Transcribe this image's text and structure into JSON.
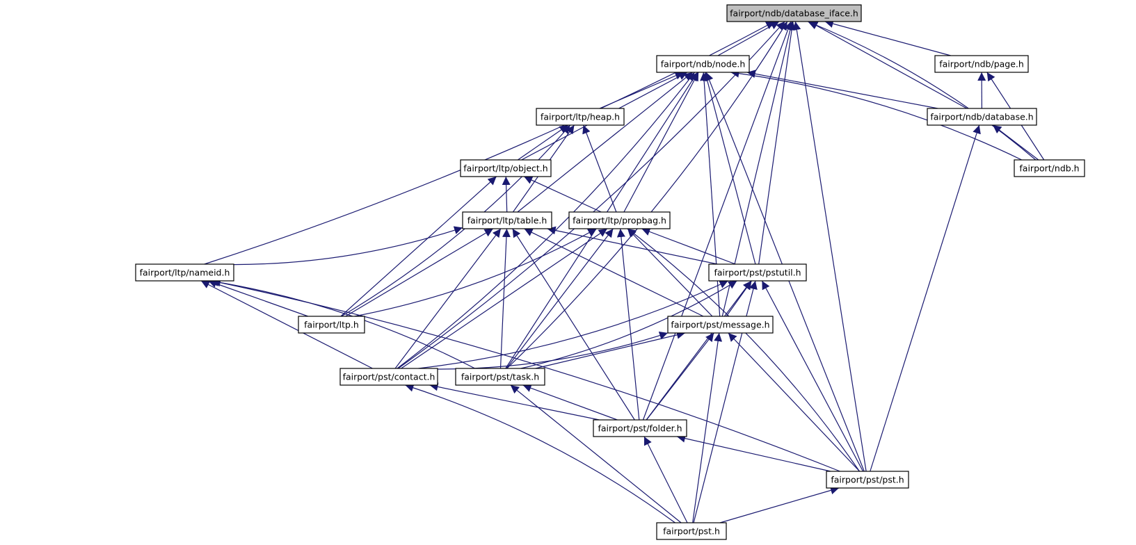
{
  "diagram": {
    "type": "include-dependency-graph",
    "colors": {
      "edge": "#191970",
      "node_fill": "#ffffff",
      "root_fill": "#bfbfbf",
      "node_border": "#000000"
    },
    "nodes": [
      {
        "id": "iface",
        "label": "fairport/ndb/database_iface.h",
        "root": true
      },
      {
        "id": "node",
        "label": "fairport/ndb/node.h"
      },
      {
        "id": "page",
        "label": "fairport/ndb/page.h"
      },
      {
        "id": "heap",
        "label": "fairport/ltp/heap.h"
      },
      {
        "id": "database",
        "label": "fairport/ndb/database.h"
      },
      {
        "id": "object",
        "label": "fairport/ltp/object.h"
      },
      {
        "id": "ndb",
        "label": "fairport/ndb.h"
      },
      {
        "id": "table",
        "label": "fairport/ltp/table.h"
      },
      {
        "id": "propbag",
        "label": "fairport/ltp/propbag.h"
      },
      {
        "id": "nameid",
        "label": "fairport/ltp/nameid.h"
      },
      {
        "id": "pstutil",
        "label": "fairport/pst/pstutil.h"
      },
      {
        "id": "ltp",
        "label": "fairport/ltp.h"
      },
      {
        "id": "message",
        "label": "fairport/pst/message.h"
      },
      {
        "id": "contact",
        "label": "fairport/pst/contact.h"
      },
      {
        "id": "task",
        "label": "fairport/pst/task.h"
      },
      {
        "id": "folder",
        "label": "fairport/pst/folder.h"
      },
      {
        "id": "psth",
        "label": "fairport/pst/pst.h"
      },
      {
        "id": "pst",
        "label": "fairport/pst.h"
      }
    ],
    "edges": [
      {
        "from": "node",
        "to": "iface"
      },
      {
        "from": "page",
        "to": "iface"
      },
      {
        "from": "database",
        "to": "iface"
      },
      {
        "from": "ndb",
        "to": "iface"
      },
      {
        "from": "pstutil",
        "to": "iface"
      },
      {
        "from": "message",
        "to": "iface"
      },
      {
        "from": "nameid",
        "to": "iface"
      },
      {
        "from": "task",
        "to": "iface"
      },
      {
        "from": "contact",
        "to": "iface"
      },
      {
        "from": "folder",
        "to": "iface"
      },
      {
        "from": "psth",
        "to": "iface"
      },
      {
        "from": "heap",
        "to": "node"
      },
      {
        "from": "object",
        "to": "node"
      },
      {
        "from": "table",
        "to": "node"
      },
      {
        "from": "propbag",
        "to": "node"
      },
      {
        "from": "pstutil",
        "to": "node"
      },
      {
        "from": "message",
        "to": "node"
      },
      {
        "from": "database",
        "to": "node"
      },
      {
        "from": "ndb",
        "to": "node"
      },
      {
        "from": "psth",
        "to": "node"
      },
      {
        "from": "contact",
        "to": "node"
      },
      {
        "from": "task",
        "to": "node"
      },
      {
        "from": "database",
        "to": "page"
      },
      {
        "from": "ndb",
        "to": "page"
      },
      {
        "from": "ndb",
        "to": "database"
      },
      {
        "from": "psth",
        "to": "database"
      },
      {
        "from": "object",
        "to": "heap"
      },
      {
        "from": "table",
        "to": "heap"
      },
      {
        "from": "propbag",
        "to": "heap"
      },
      {
        "from": "ltp",
        "to": "heap"
      },
      {
        "from": "table",
        "to": "object"
      },
      {
        "from": "propbag",
        "to": "object"
      },
      {
        "from": "ltp",
        "to": "object"
      },
      {
        "from": "nameid",
        "to": "table"
      },
      {
        "from": "pstutil",
        "to": "table"
      },
      {
        "from": "message",
        "to": "table"
      },
      {
        "from": "contact",
        "to": "table"
      },
      {
        "from": "task",
        "to": "table"
      },
      {
        "from": "folder",
        "to": "table"
      },
      {
        "from": "ltp",
        "to": "table"
      },
      {
        "from": "pstutil",
        "to": "propbag"
      },
      {
        "from": "message",
        "to": "propbag"
      },
      {
        "from": "contact",
        "to": "propbag"
      },
      {
        "from": "task",
        "to": "propbag"
      },
      {
        "from": "folder",
        "to": "propbag"
      },
      {
        "from": "psth",
        "to": "propbag"
      },
      {
        "from": "ltp",
        "to": "propbag"
      },
      {
        "from": "ltp",
        "to": "nameid"
      },
      {
        "from": "contact",
        "to": "nameid"
      },
      {
        "from": "task",
        "to": "nameid"
      },
      {
        "from": "psth",
        "to": "nameid"
      },
      {
        "from": "message",
        "to": "pstutil"
      },
      {
        "from": "contact",
        "to": "pstutil"
      },
      {
        "from": "task",
        "to": "pstutil"
      },
      {
        "from": "folder",
        "to": "pstutil"
      },
      {
        "from": "psth",
        "to": "pstutil"
      },
      {
        "from": "pst",
        "to": "pstutil"
      },
      {
        "from": "contact",
        "to": "message"
      },
      {
        "from": "task",
        "to": "message"
      },
      {
        "from": "folder",
        "to": "message"
      },
      {
        "from": "psth",
        "to": "message"
      },
      {
        "from": "pst",
        "to": "message"
      },
      {
        "from": "folder",
        "to": "contact"
      },
      {
        "from": "pst",
        "to": "contact"
      },
      {
        "from": "folder",
        "to": "task"
      },
      {
        "from": "pst",
        "to": "task"
      },
      {
        "from": "psth",
        "to": "folder"
      },
      {
        "from": "pst",
        "to": "folder"
      },
      {
        "from": "pst",
        "to": "psth"
      }
    ]
  }
}
